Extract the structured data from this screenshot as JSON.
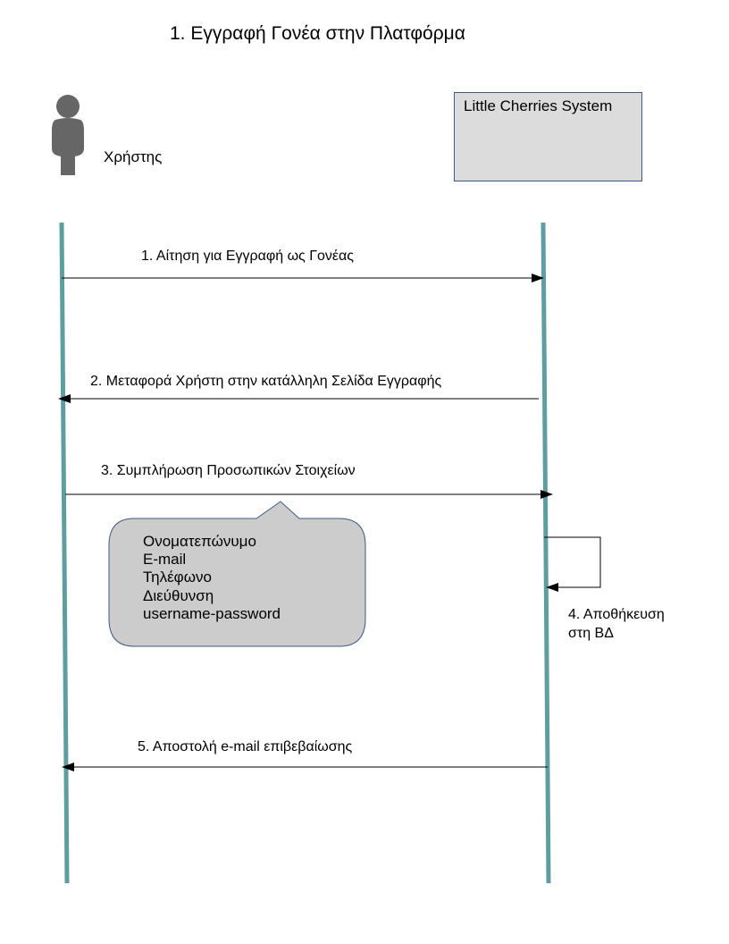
{
  "title": "1. Εγγραφή Γονέα στην Πλατφόρμα",
  "actor": {
    "label": "Χρήστης"
  },
  "system": {
    "label": "Little Cherries System"
  },
  "messages": [
    {
      "text": "1. Αίτηση για Εγγραφή ως Γονέας"
    },
    {
      "text": "2.  Μεταφορά Χρήστη στην κατάλληλη Σελίδα Εγγραφής"
    },
    {
      "text": "3. Συμπλήρωση Προσωπικών Στοιχείων"
    },
    {
      "line1": "4. Αποθήκευση",
      "line2": "στη ΒΔ"
    },
    {
      "text": "5. Αποστολή e-mail επιβεβαίωσης"
    }
  ],
  "note": {
    "lines": [
      "Ονοματεπώνυμο",
      "E-mail",
      "Τηλέφωνο",
      "Διεύθυνση",
      "username-password"
    ]
  },
  "colors": {
    "lifeline": "#5f9ea0",
    "actor": "#666666",
    "box_fill": "#dcdcdc",
    "box_border": "#3d5a80",
    "note_fill": "#cccccc"
  }
}
